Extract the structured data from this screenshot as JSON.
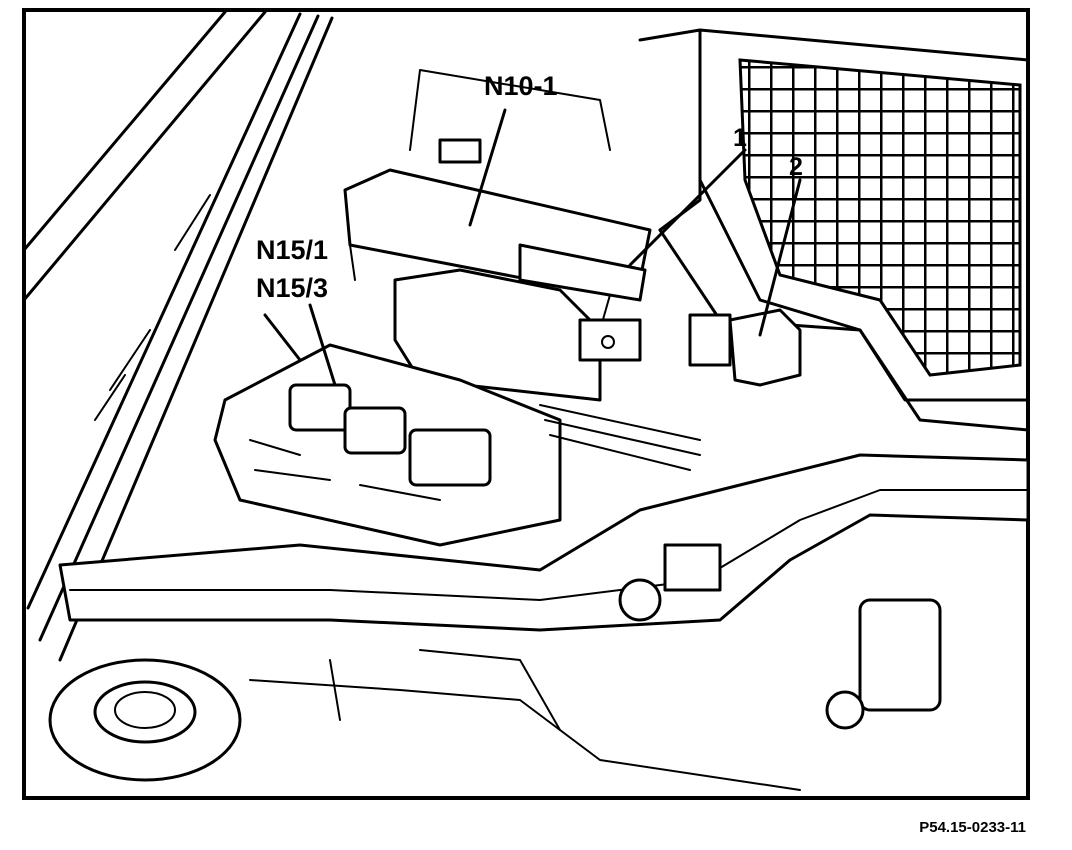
{
  "figure_ref": "P54.15-0233-11",
  "labels": {
    "module_n10_1": "N10-1",
    "item_1": "1",
    "item_2": "2",
    "module_n15_1": "N15/1",
    "module_n15_3": "N15/3"
  }
}
